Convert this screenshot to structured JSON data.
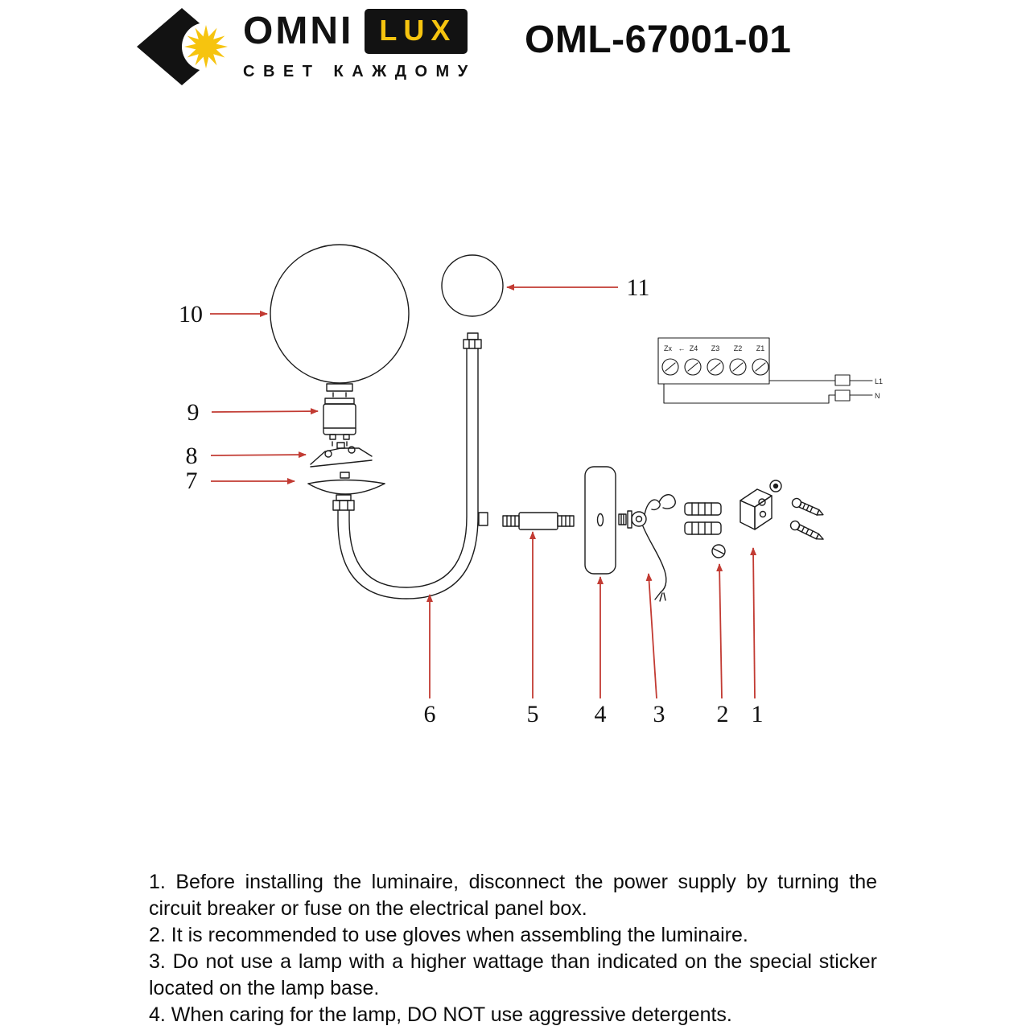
{
  "header": {
    "brand_omni": "OMNI",
    "brand_lux": "LUX",
    "tagline": "СВЕТ КАЖДОМУ",
    "model": "OML-67001-01",
    "brand_black": "#121212",
    "brand_yellow": "#f6c40f"
  },
  "diagram": {
    "arrow_color": "#c23b33",
    "labels": {
      "p1": "1",
      "p2": "2",
      "p3": "3",
      "p4": "4",
      "p5": "5",
      "p6": "6",
      "p7": "7",
      "p8": "8",
      "p9": "9",
      "p10": "10",
      "p11": "11"
    },
    "wiring": {
      "t_zx": "Zx",
      "t_arrow": "←",
      "t_z4": "Z4",
      "t_z3": "Z3",
      "t_z2": "Z2",
      "t_z1": "Z1",
      "line_l1": "L1",
      "line_n": "N"
    }
  },
  "instructions": [
    {
      "text": "1. Before installing the luminaire, disconnect the power supply by turning the circuit breaker or fuse on the electrical panel box."
    },
    {
      "text": "2. It is recommended to use gloves when assembling the luminaire."
    },
    {
      "text": "3. Do not use a lamp with a higher wattage than indicated on the special sticker located on the lamp base."
    },
    {
      "text": "4. When caring for the lamp, DO NOT use aggressive detergents."
    }
  ]
}
